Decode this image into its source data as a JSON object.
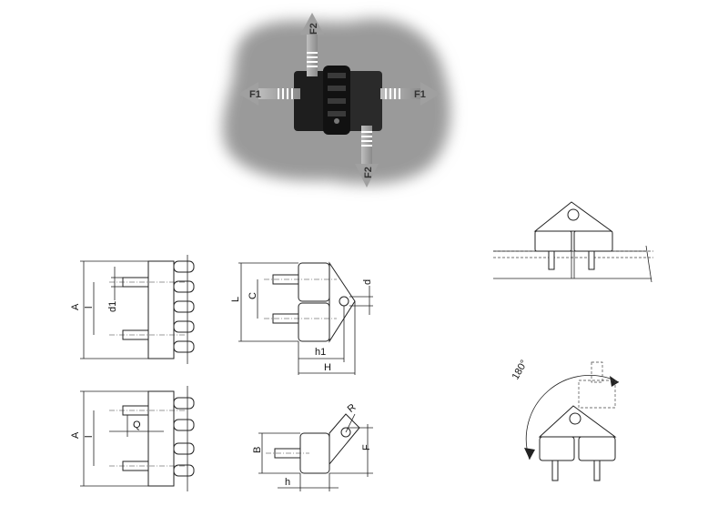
{
  "forces": {
    "f1": "F1",
    "f2": "F2"
  },
  "dimensions": {
    "A": "A",
    "l": "l",
    "d1": "d1",
    "Q": "Q",
    "L": "L",
    "C": "C",
    "d": "d",
    "h1": "h1",
    "H": "H",
    "B": "B",
    "F": "F",
    "R": "R",
    "h": "h"
  },
  "rotation_angle": "180°",
  "colors": {
    "part_black": "#1a1a1a",
    "shadow_gray": "#9a9a9a",
    "line": "#222222"
  }
}
